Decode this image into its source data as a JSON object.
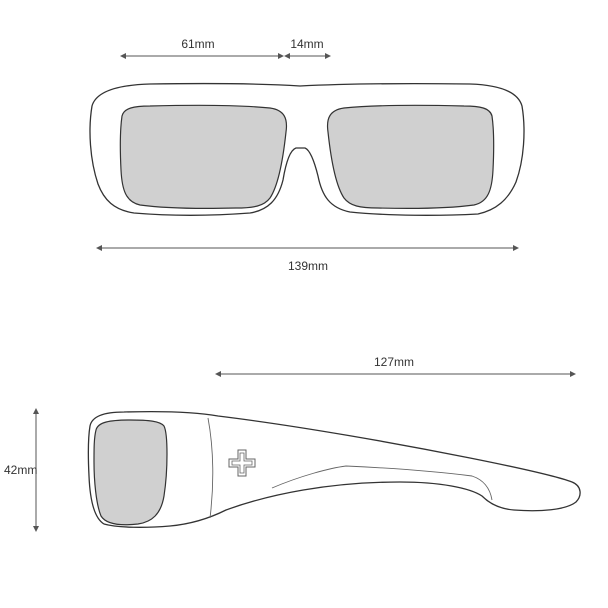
{
  "colors": {
    "lens": "#d0d0d0",
    "frame_stroke": "#333333",
    "dimension_line": "#555555",
    "background": "#ffffff"
  },
  "dimensions": {
    "lens_width": "61mm",
    "bridge_width": "14mm",
    "frame_width": "139mm",
    "temple_length": "127mm",
    "lens_height": "42mm"
  },
  "icons": {
    "logo": "cross-emblem-icon"
  }
}
